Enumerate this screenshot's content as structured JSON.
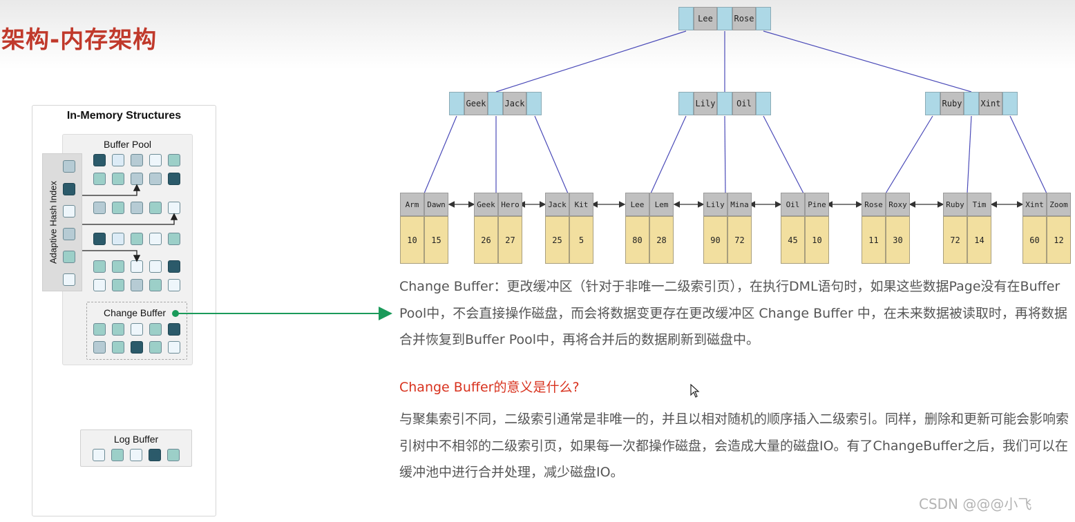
{
  "slide": {
    "title": "架构-内存架构"
  },
  "memory_panel": {
    "title": "In-Memory Structures",
    "buffer_pool_label": "Buffer Pool",
    "adaptive_hash_label": "Adaptive Hash Index",
    "change_buffer_label": "Change Buffer",
    "log_buffer_label": "Log Buffer"
  },
  "btree": {
    "root": [
      "Lee",
      "Rose"
    ],
    "internal": [
      [
        "Geek",
        "Jack"
      ],
      [
        "Lily",
        "Oil"
      ],
      [
        "Ruby",
        "Xint"
      ]
    ],
    "leaves": [
      {
        "keys": [
          "Arm",
          "Dawn"
        ],
        "values": [
          "10",
          "15"
        ]
      },
      {
        "keys": [
          "Geek",
          "Hero"
        ],
        "values": [
          "26",
          "27"
        ]
      },
      {
        "keys": [
          "Jack",
          "Kit"
        ],
        "values": [
          "25",
          "5"
        ]
      },
      {
        "keys": [
          "Lee",
          "Lem"
        ],
        "values": [
          "80",
          "28"
        ]
      },
      {
        "keys": [
          "Lily",
          "Mina"
        ],
        "values": [
          "90",
          "72"
        ]
      },
      {
        "keys": [
          "Oil",
          "Pine"
        ],
        "values": [
          "45",
          "10"
        ]
      },
      {
        "keys": [
          "Rose",
          "Roxy"
        ],
        "values": [
          "11",
          "30"
        ]
      },
      {
        "keys": [
          "Ruby",
          "Tim"
        ],
        "values": [
          "72",
          "14"
        ]
      },
      {
        "keys": [
          "Xint",
          "Zoom"
        ],
        "values": [
          "60",
          "12"
        ]
      }
    ]
  },
  "content": {
    "para1": "Change Buffer：更改缓冲区（针对于非唯一二级索引页），在执行DML语句时，如果这些数据Page没有在Buffer Pool中，不会直接操作磁盘，而会将数据变更存在更改缓冲区 Change Buffer 中，在未来数据被读取时，再将数据合并恢复到Buffer Pool中，再将合并后的数据刷新到磁盘中。",
    "question": "Change Buffer的意义是什么?",
    "para2": "与聚集索引不同，二级索引通常是非唯一的，并且以相对随机的顺序插入二级索引。同样，删除和更新可能会影响索引树中不相邻的二级索引页，如果每一次都操作磁盘，会造成大量的磁盘IO。有了ChangeBuffer之后，我们可以在缓冲池中进行合并处理，减少磁盘IO。"
  },
  "watermark": "CSDN @@@小飞",
  "colors": {
    "title_red": "#c0392b",
    "question_red": "#d8321e",
    "arrow_green": "#1a9a5a",
    "tree_line": "#4a4ab8",
    "leaf_value": "#f2df9f",
    "pointer_blue": "#add8e6",
    "key_gray": "#c0c0c0"
  }
}
